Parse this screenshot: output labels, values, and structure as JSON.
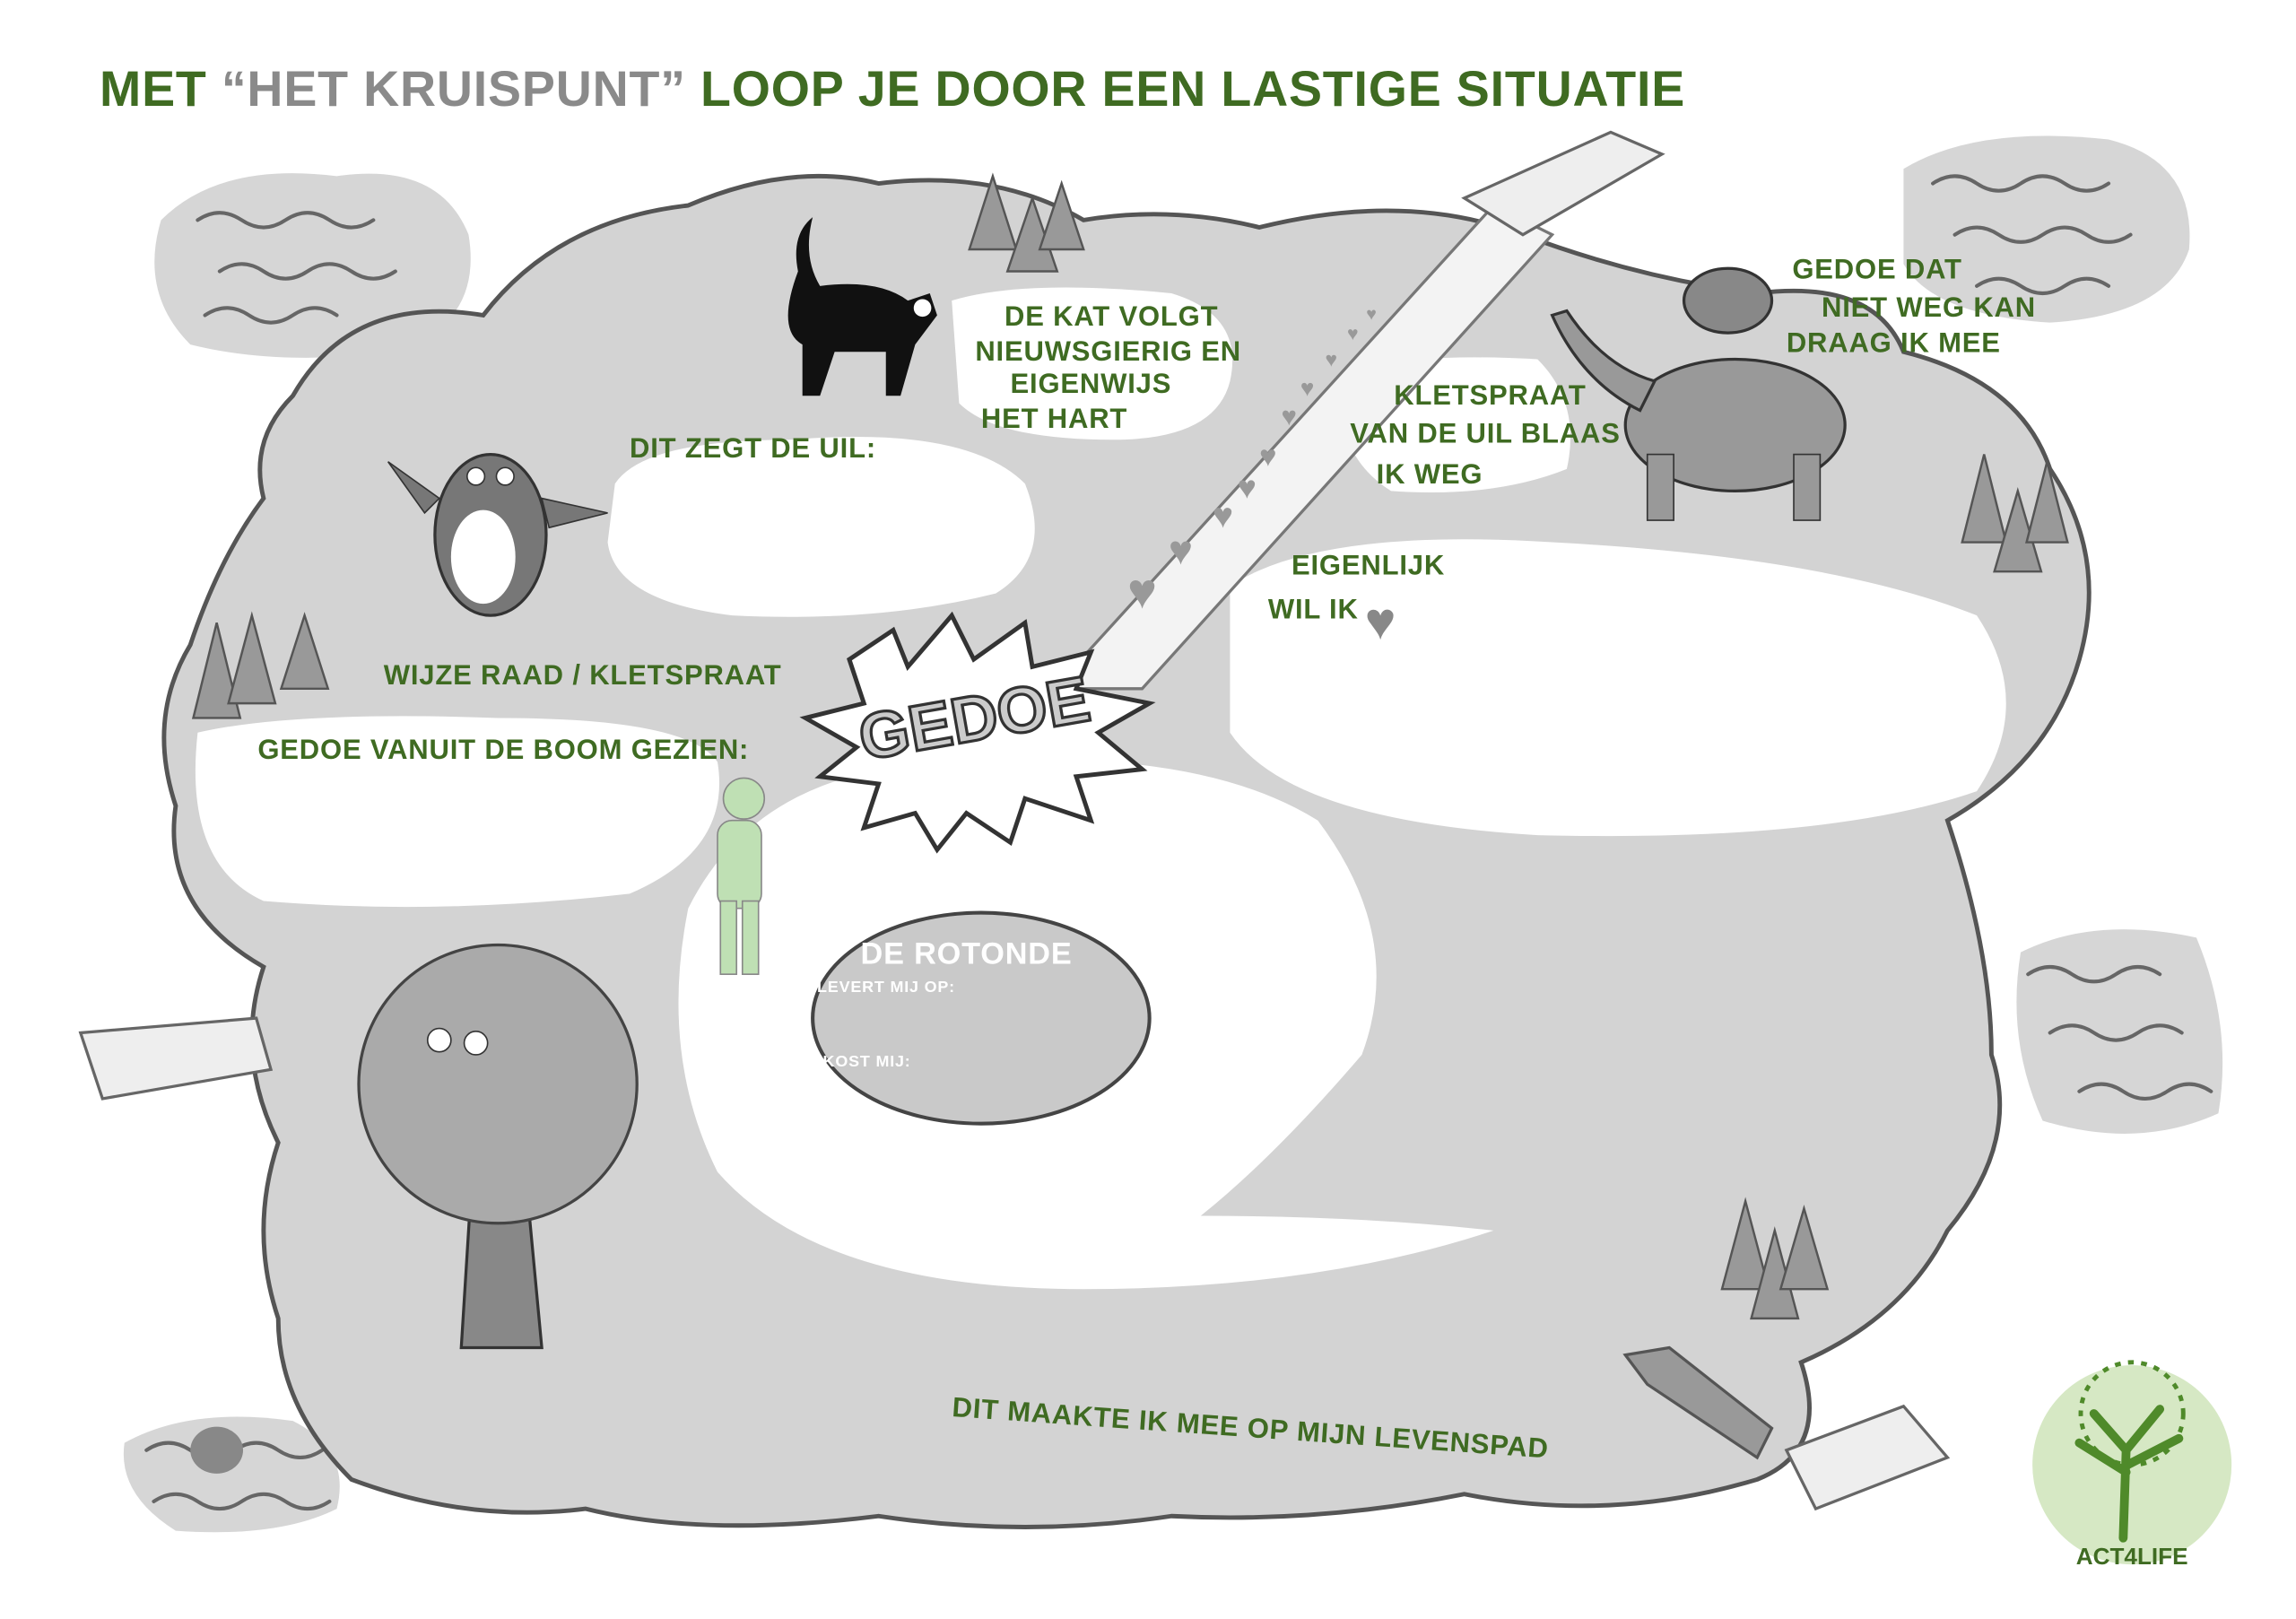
{
  "title": {
    "part1": "MET ",
    "part2": "“HET KRUISPUNT”",
    "part3": " LOOP JE DOOR EEN LASTIGE SITUATIE"
  },
  "colors": {
    "accent_green": "#3f6b22",
    "island_gray": "#d3d3d3",
    "logo_circle": "#d6e8c4"
  },
  "labels": {
    "cat": [
      "DE KAT VOLGT",
      "NIEUWSGIERIG EN",
      "EIGENWIJS",
      "HET HART"
    ],
    "owl_says": "DIT ZEGT DE UIL:",
    "kletspraat": [
      "KLETSPRAAT",
      "VAN DE UIL BLAAS",
      "IK WEG"
    ],
    "elephant": [
      "GEDOE DAT",
      "NIET WEG KAN",
      "DRAAG IK MEE"
    ],
    "eigenlijk": [
      "EIGENLIJK",
      "WIL IK"
    ],
    "wise": "WIJZE RAAD / KLETSPRAAT",
    "tree_view": "GEDOE VANUIT DE BOOM GEZIEN:",
    "gedoe": "GEDOE",
    "rotonde_title": "DE ROTONDE",
    "rotonde_gain": "LEVERT MIJ OP:",
    "rotonde_cost": "KOST MIJ:",
    "levenspad": "DIT MAAKTE IK MEE OP MIJN LEVENSPAD"
  },
  "logo": {
    "text": "ACT4LIFE"
  }
}
